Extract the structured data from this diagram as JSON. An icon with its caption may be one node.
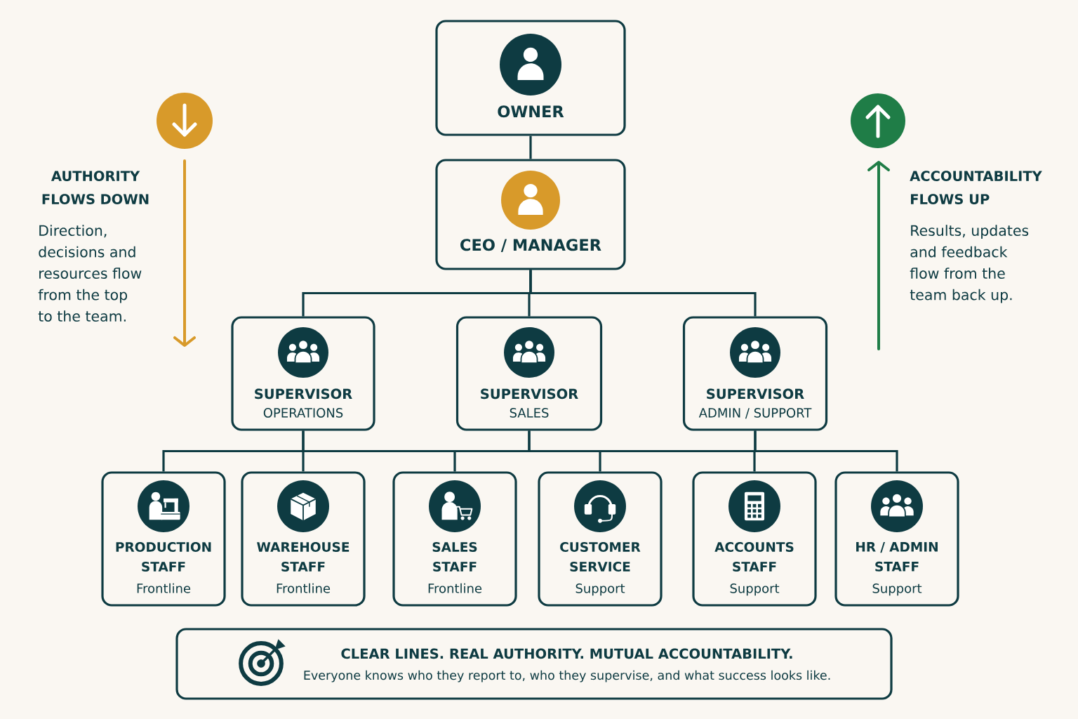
{
  "diagram": {
    "nodes": [
      {
        "text": [
          "OWNER"
        ]
      },
      {
        "text": [
          "CEO / MANAGER"
        ]
      },
      {
        "text": [
          "SUPERVISOR",
          "OPERATIONS"
        ]
      },
      {
        "text": [
          "SUPERVISOR",
          "SALES"
        ]
      },
      {
        "text": [
          "SUPERVISOR",
          "ADMIN / SUPPORT"
        ]
      },
      {
        "text": [
          "PRODUCTION STAFF",
          "Frontline"
        ]
      },
      {
        "text": [
          "WAREHOUSE STAFF",
          "Frontline"
        ]
      },
      {
        "text": [
          "SALES STAFF",
          "Frontline"
        ]
      },
      {
        "text": [
          "CUSTOMER SERVICE",
          "Support"
        ]
      },
      {
        "text": [
          "ACCOUNTS STAFF",
          "Support"
        ]
      },
      {
        "text": [
          "HR / ADMIN STAFF",
          "Support"
        ]
      },
      {
        "text": [
          "CLEAR LINES. REAL AUTHORITY. MUTUAL ACCOUNTABILITY.",
          "Everyone knows who they report to, who they supervise, and what success looks like."
        ]
      }
    ],
    "edges": [
      {
        "from": 0,
        "to": 1,
        "arrow": "none"
      },
      {
        "from": 1,
        "to": 2,
        "arrow": "none"
      },
      {
        "from": 1,
        "to": 3,
        "arrow": "none"
      },
      {
        "from": 1,
        "to": 4,
        "arrow": "none"
      },
      {
        "from": 2,
        "to": 5,
        "arrow": "none"
      },
      {
        "from": 2,
        "to": 6,
        "arrow": "none"
      },
      {
        "from": 3,
        "to": 7,
        "arrow": "none"
      },
      {
        "from": 3,
        "to": 8,
        "arrow": "none"
      },
      {
        "from": 4,
        "to": 9,
        "arrow": "none"
      },
      {
        "from": 4,
        "to": 10,
        "arrow": "none"
      }
    ],
    "labels": [
      "AUTHORITY FLOWS DOWN",
      "Direction, decisions and resources flow from the top to the team.",
      "ACCOUNTABILITY FLOWS UP",
      "Results, updates and feedback flow from the team back up."
    ]
  }
}
